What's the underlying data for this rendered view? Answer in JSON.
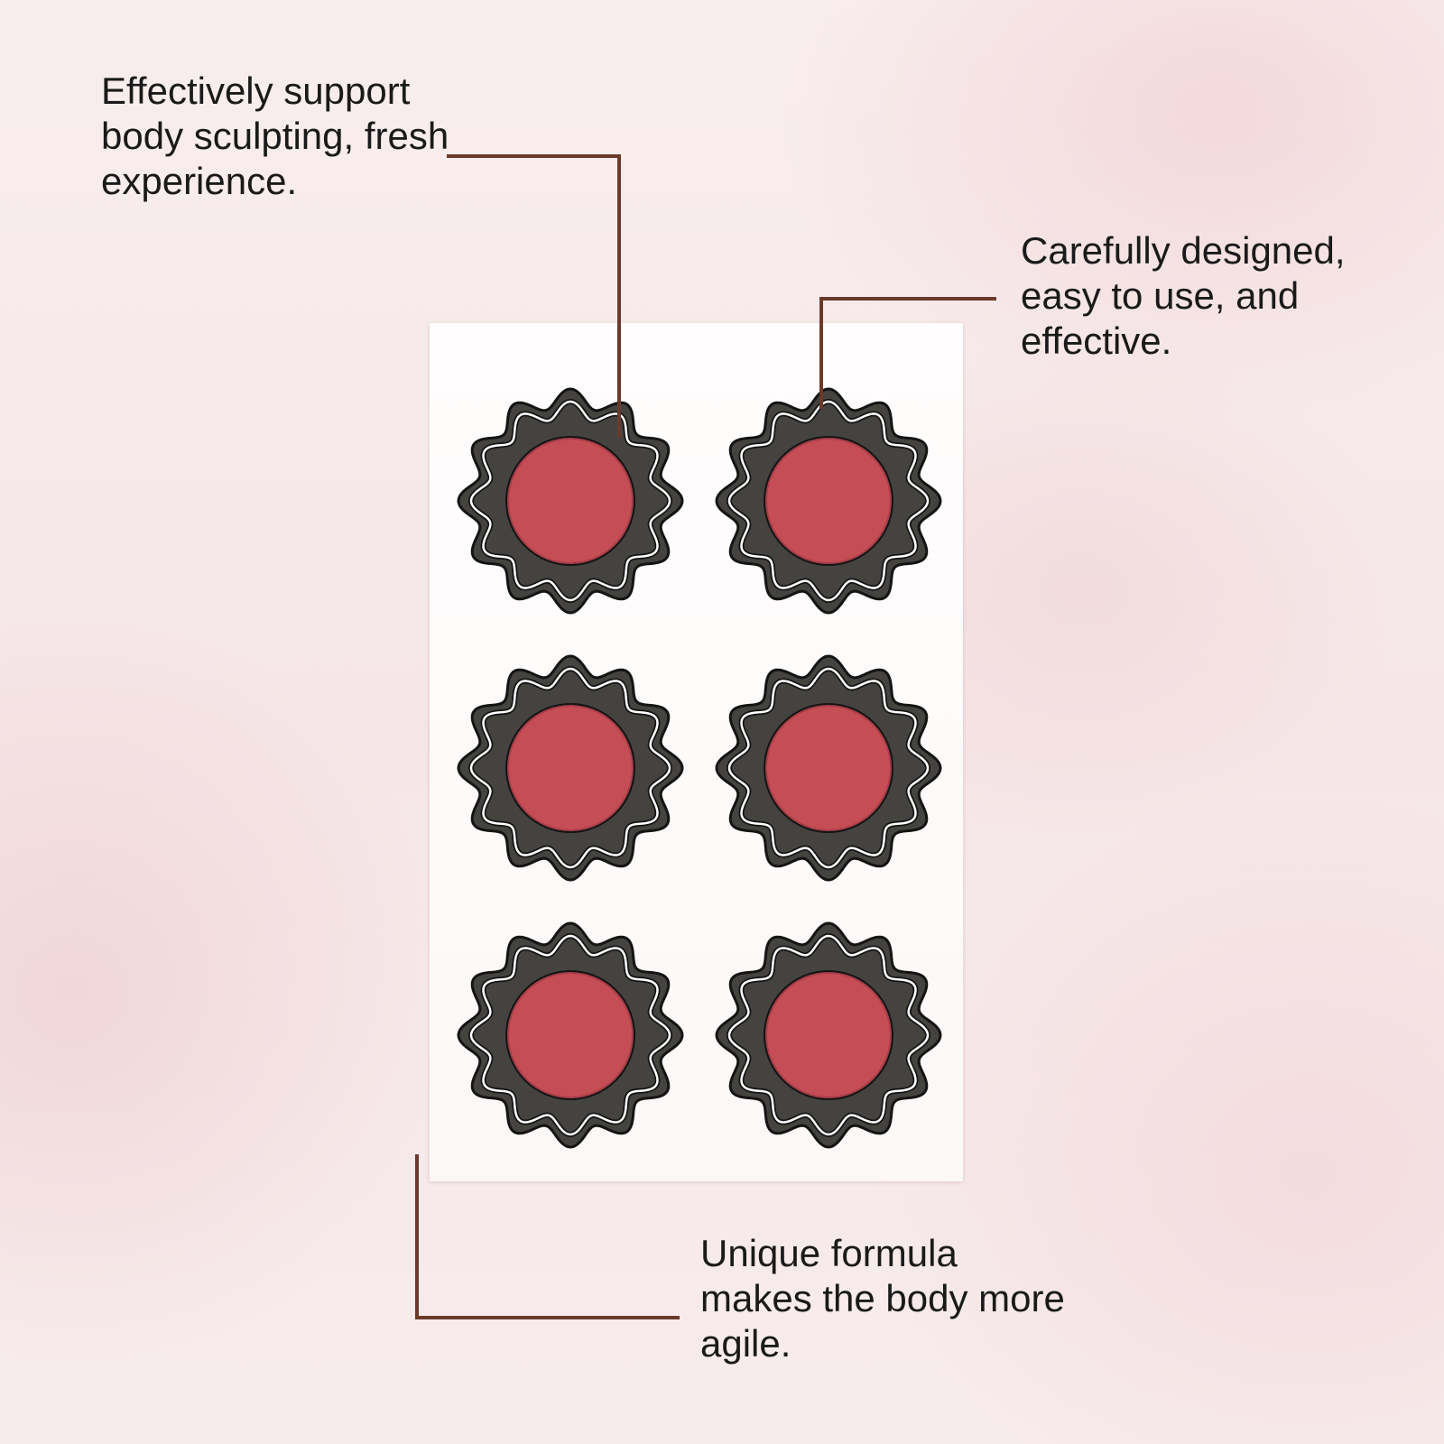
{
  "callouts": [
    {
      "lines": [
        "Effectively support",
        "body sculpting, fresh",
        "experience."
      ]
    },
    {
      "lines": [
        "Carefully designed,",
        "easy to use, and",
        "effective."
      ]
    },
    {
      "lines": [
        "Unique formula",
        "makes the body more",
        "agile."
      ]
    }
  ],
  "patch_sheet": {
    "rows": 3,
    "columns": 2,
    "patch_count": 6
  },
  "colors": {
    "leader_line": "#6b3a2a",
    "patch_ring": "#454340",
    "patch_outline": "#141414",
    "patch_wave_line": "#ffffff",
    "patch_center": "#c44d56",
    "patch_center_edge": "#a83d47",
    "sheet": "#fffdfd"
  }
}
